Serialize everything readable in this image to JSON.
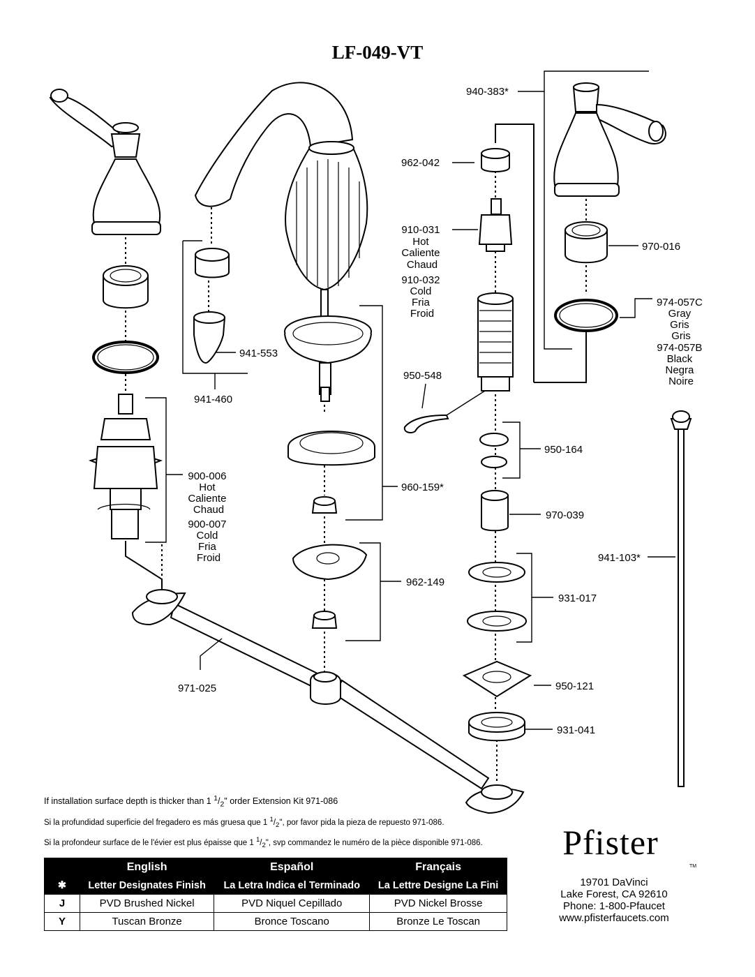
{
  "title": "LF-049-VT",
  "parts": [
    {
      "id": "p940383",
      "text": "940-383*"
    },
    {
      "id": "p962042",
      "text": "962-042"
    },
    {
      "id": "p910031",
      "lines": [
        "910-031",
        "Hot",
        "Caliente",
        "Chaud"
      ]
    },
    {
      "id": "p910032",
      "lines": [
        "910-032",
        "Cold",
        "Fria",
        "Froid"
      ]
    },
    {
      "id": "p970016",
      "text": "970-016"
    },
    {
      "id": "p974057c",
      "lines": [
        "974-057C",
        "Gray",
        "Gris",
        "Gris"
      ]
    },
    {
      "id": "p974057b",
      "lines": [
        "974-057B",
        "Black",
        "Negra",
        "Noire"
      ]
    },
    {
      "id": "p941553",
      "text": "941-553"
    },
    {
      "id": "p941460",
      "text": "941-460"
    },
    {
      "id": "p950548",
      "text": "950-548"
    },
    {
      "id": "p950164",
      "text": "950-164"
    },
    {
      "id": "p900006",
      "lines": [
        "900-006",
        "Hot",
        "Caliente",
        "Chaud"
      ]
    },
    {
      "id": "p900007",
      "lines": [
        "900-007",
        "Cold",
        "Fria",
        "Froid"
      ]
    },
    {
      "id": "p960159",
      "text": "960-159*"
    },
    {
      "id": "p970039",
      "text": "970-039"
    },
    {
      "id": "p941103",
      "text": "941-103*"
    },
    {
      "id": "p962149",
      "text": "962-149"
    },
    {
      "id": "p931017",
      "text": "931-017"
    },
    {
      "id": "p971025",
      "text": "971-025"
    },
    {
      "id": "p950121",
      "text": "950-121"
    },
    {
      "id": "p931041",
      "text": "931-041"
    }
  ],
  "notes": {
    "en_prefix": "If installation surface depth is thicker than 1 ",
    "en_suffix": " order Extension Kit 971-086",
    "es_prefix": "Si la profundidad superficie del fregadero es más gruesa que 1 ",
    "es_suffix": ", por favor pida la pieza de repuesto 971-086.",
    "fr_prefix": "Si la profondeur surface de le l'évier est plus épaisse que 1 ",
    "fr_suffix": ", svp commandez le numéro de la pièce disponible 971-086.",
    "fraction_num": "1",
    "fraction_den": "2"
  },
  "brand": {
    "name": "Pfister",
    "tm": "TM",
    "address": [
      "19701 DaVinci",
      "Lake Forest, CA 92610",
      "Phone: 1-800-Pfaucet",
      "www.pfisterfaucets.com"
    ]
  },
  "finish_table": {
    "languages": [
      "English",
      "Español",
      "Français"
    ],
    "symbol": "✱",
    "subheaders": [
      "Letter Designates Finish",
      "La Letra Indica el Terminado",
      "La Lettre Designe La Fini"
    ],
    "rows": [
      {
        "code": "J",
        "cells": [
          "PVD Brushed Nickel",
          "PVD Niquel Cepillado",
          "PVD Nickel Brosse"
        ]
      },
      {
        "code": "Y",
        "cells": [
          "Tuscan Bronze",
          "Bronce Toscano",
          "Bronze Le Toscan"
        ]
      }
    ]
  }
}
